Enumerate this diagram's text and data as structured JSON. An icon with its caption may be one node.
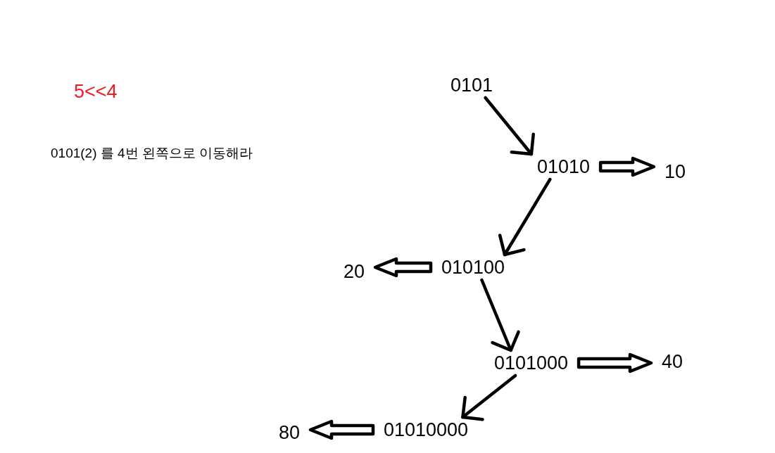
{
  "diagram": {
    "nodes": [
      {
        "text": [
          "0101"
        ]
      },
      {
        "text": [
          "01010"
        ]
      },
      {
        "text": [
          "10"
        ]
      },
      {
        "text": [
          "010100"
        ]
      },
      {
        "text": [
          "20"
        ]
      },
      {
        "text": [
          "0101000"
        ]
      },
      {
        "text": [
          "40"
        ]
      },
      {
        "text": [
          "01010000"
        ]
      },
      {
        "text": [
          "80"
        ]
      }
    ],
    "edges": [
      {
        "from": 0,
        "to": 1,
        "arrow": "to"
      },
      {
        "from": 1,
        "to": 2,
        "arrow": "to",
        "style": "thick"
      },
      {
        "from": 1,
        "to": 3,
        "arrow": "to"
      },
      {
        "from": 3,
        "to": 4,
        "arrow": "to",
        "style": "thick"
      },
      {
        "from": 3,
        "to": 5,
        "arrow": "to"
      },
      {
        "from": 5,
        "to": 6,
        "arrow": "to",
        "style": "thick"
      },
      {
        "from": 5,
        "to": 7,
        "arrow": "to"
      },
      {
        "from": 7,
        "to": 8,
        "arrow": "to",
        "style": "thick"
      }
    ],
    "labels": [
      "5<<4",
      "0101(2) 를 4번 왼쪽으로 이동해라"
    ]
  }
}
